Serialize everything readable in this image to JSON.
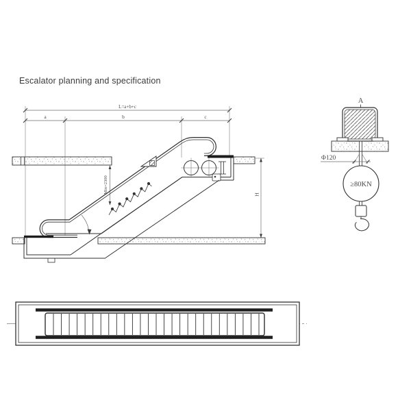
{
  "page": {
    "title": "Escalator planning and specification",
    "background": "#ffffff"
  },
  "colors": {
    "line": "#2f2f2f",
    "dim": "#6e6e6e",
    "hatch": "#9a9a9a",
    "text": "#3a3a3a"
  },
  "elevation": {
    "dim_total_label": "L=a+b+c",
    "dim_a_label": "a",
    "dim_b_label": "b",
    "dim_c_label": "c",
    "headroom_label": "Min=2300",
    "rise_label": "H"
  },
  "detail": {
    "section_label": "A",
    "hole_diameter_label": "Φ120",
    "load_label": "≥80KN"
  },
  "plan": {
    "step_count": 27
  }
}
